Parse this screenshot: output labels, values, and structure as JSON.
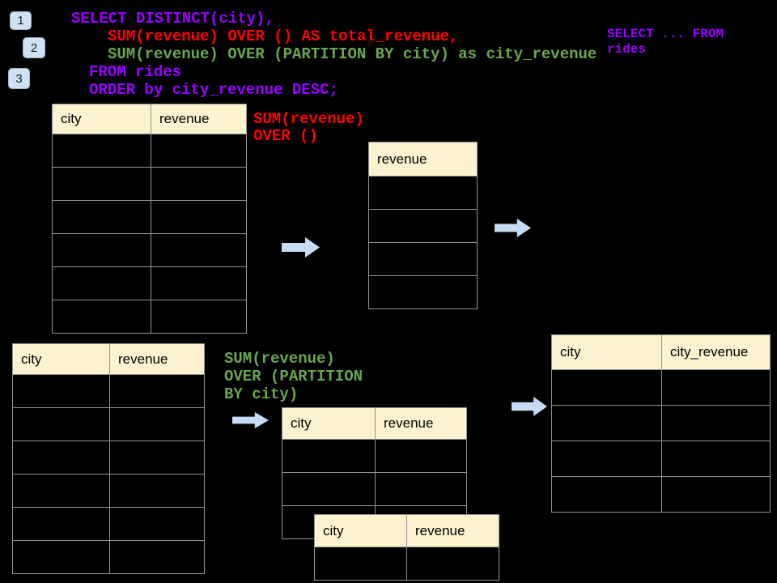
{
  "steps": [
    "1",
    "2",
    "3"
  ],
  "sql": {
    "lines": [
      "SELECT DISTINCT(city),",
      "SUM(revenue) OVER () AS total_revenue,",
      "SUM(revenue) OVER (PARTITION BY city) as city_revenue",
      "FROM rides",
      "ORDER by city_revenue DESC;"
    ],
    "side_note": "SELECT ... FROM\nrides"
  },
  "labels": {
    "total_window": "SUM(revenue)\nOVER ()",
    "partition_window": "SUM(revenue)\nOVER (PARTITION\nBY city)"
  },
  "tables": {
    "source_top": {
      "headers": [
        "city",
        "revenue"
      ],
      "body_rows": 6,
      "cells_empty": true
    },
    "total_result": {
      "headers": [
        "revenue"
      ],
      "body_rows": 4,
      "cells_empty": true
    },
    "source_bottom": {
      "headers": [
        "city",
        "revenue"
      ],
      "body_rows": 6,
      "cells_empty": true
    },
    "partition_a": {
      "headers": [
        "city",
        "revenue"
      ],
      "body_rows": 3,
      "cells_empty": true
    },
    "partition_b": {
      "headers": [
        "city",
        "revenue"
      ],
      "body_rows": 1,
      "cells_empty": true
    },
    "city_revenue_result": {
      "headers": [
        "city",
        "city_revenue"
      ],
      "body_rows": 4,
      "cells_empty": true
    }
  },
  "icons": {
    "arrow": "right-block-arrow"
  },
  "colors": {
    "background": "#000000",
    "keyword_purple": "#9900FF",
    "total_red": "#FF0000",
    "partition_green": "#6AA84F",
    "table_header_bg": "#FCF2CF",
    "table_border": "#949494",
    "badge_bg": "#CFE2F3",
    "arrow_fill": "#C6DCF2"
  }
}
